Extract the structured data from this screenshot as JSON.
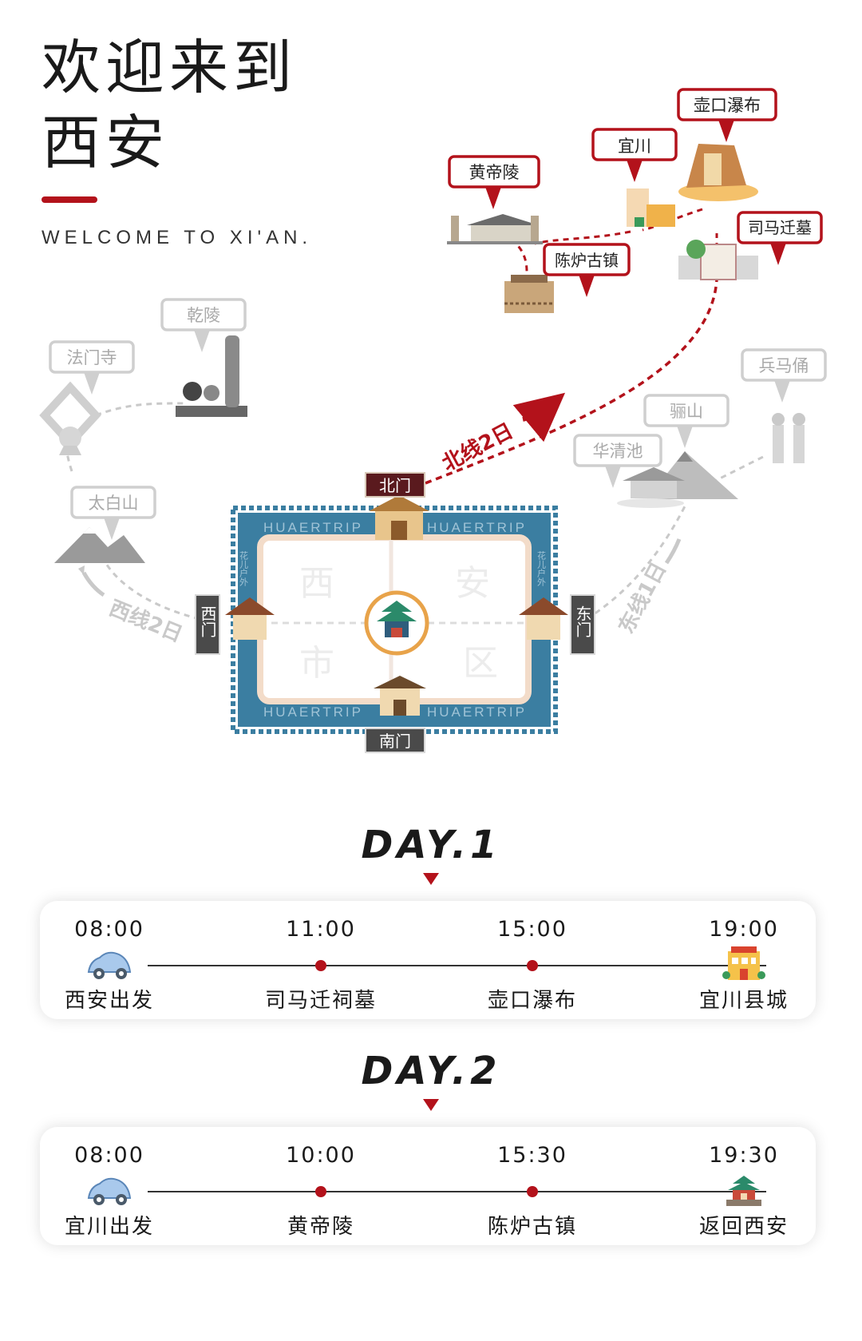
{
  "header": {
    "title_line1": "欢迎来到",
    "title_line2": "西安",
    "subtitle": "WELCOME TO XI'AN."
  },
  "colors": {
    "accent": "#b3121b",
    "map_frame": "#3b7ea1",
    "gray_pin": "#c9c9c9",
    "gray_text": "#aaaaaa"
  },
  "map": {
    "city_chars": [
      "西",
      "安",
      "市",
      "区"
    ],
    "frame_brand": "HUAERTRIP",
    "frame_side_text": "花儿户外",
    "gates": {
      "north": "北门",
      "south": "南门",
      "west": "西门",
      "east": "东门"
    },
    "routes": {
      "north": "北线2日",
      "west": "西线2日",
      "east": "东线1日"
    },
    "north_route_pins": {
      "huangdiling": "黄帝陵",
      "yichuan": "宜川",
      "hukou": "壶口瀑布",
      "simaqian": "司马迁墓",
      "chenlu": "陈炉古镇"
    },
    "west_route_pins": {
      "qianling": "乾陵",
      "famensi": "法门寺",
      "taibaishan": "太白山"
    },
    "east_route_pins": {
      "bingmayong": "兵马俑",
      "lishan": "骊山",
      "huaqingchi": "华清池"
    }
  },
  "days": [
    {
      "title": "DAY.1",
      "stops": [
        {
          "time": "08:00",
          "place": "西安出发",
          "icon": "car-icon"
        },
        {
          "time": "11:00",
          "place": "司马迁祠墓",
          "icon": "dot"
        },
        {
          "time": "15:00",
          "place": "壶口瀑布",
          "icon": "dot"
        },
        {
          "time": "19:00",
          "place": "宜川县城",
          "icon": "hotel-icon"
        }
      ]
    },
    {
      "title": "DAY.2",
      "stops": [
        {
          "time": "08:00",
          "place": "宜川出发",
          "icon": "car-icon"
        },
        {
          "time": "10:00",
          "place": "黄帝陵",
          "icon": "dot"
        },
        {
          "time": "15:30",
          "place": "陈炉古镇",
          "icon": "dot"
        },
        {
          "time": "19:30",
          "place": "返回西安",
          "icon": "bell-tower-icon"
        }
      ]
    }
  ]
}
